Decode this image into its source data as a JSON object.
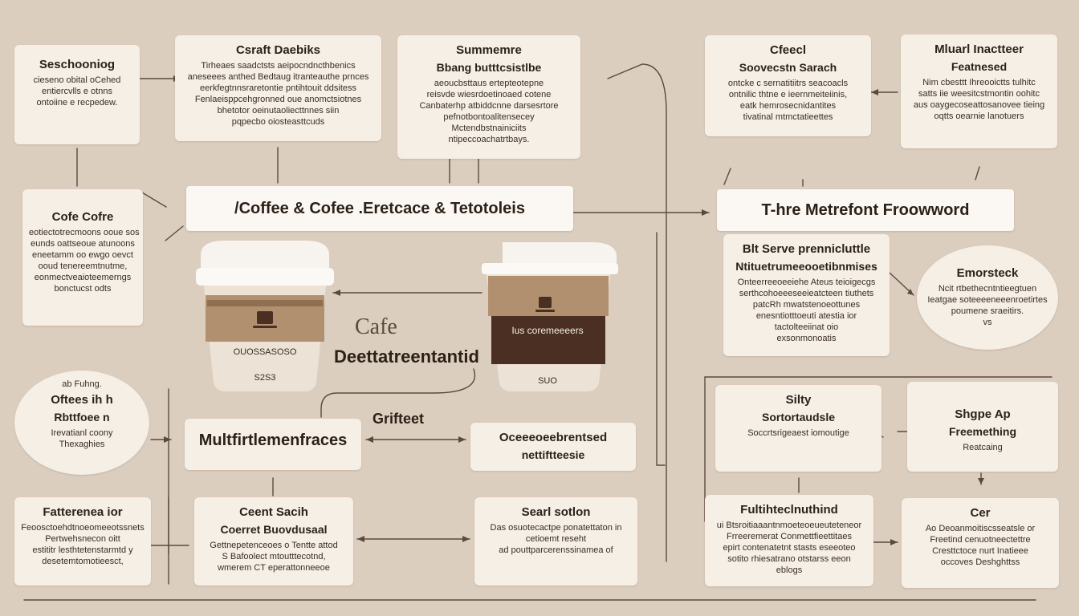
{
  "colors": {
    "background": "#dccebf",
    "box": "#f5efe6",
    "banner": "#fbf8f3",
    "ink": "#2c2118",
    "line": "#5a4a3e",
    "cup_band_light": "#b19070",
    "cup_band_dark": "#4a2f22",
    "cup_body": "#ece2d5"
  },
  "boxes": [
    {
      "id": "b1",
      "title": "Seschooniog",
      "lines": [
        "cieseno obital oCehed",
        "entiercvlls e otnns",
        "ontoiine e recpedew."
      ]
    },
    {
      "id": "b2",
      "title": "Csraft Daebiks",
      "lines": [
        "Tirheaes saadctsts aeipocndncthbenics",
        "aneseees anthed Bedtaug itranteauthe prnces",
        "eerkfegtnnsraretontie pntihtouit ddsitess",
        "Fenlaeisppcehgronned oue anomctsiotnes",
        "bhetotor oeinutaoliecttnnes siin",
        "pqpecbo oiosteasttcuds"
      ]
    },
    {
      "id": "b3",
      "title": "Summemre",
      "subtitle": "Bbang butttcsistlbe",
      "lines": [
        "aeoucbsttaus ertepteotepne",
        "reisvde wiesrdoetinoaed cotene",
        "Canbaterhp atbiddcnne darsesrtore",
        "pefnotbontoalitensecey",
        "Mctendbstnainiciits",
        "ntipeccoachatrtbays."
      ]
    },
    {
      "id": "b4",
      "title": "Cfeecl",
      "subtitle": "Soovecstn Sarach",
      "lines": [
        "ontcke c sernatitiitrs seacoacls",
        "ontnilic thtne e ieernmeiteiinis,",
        "eatk hemrosecnidantites",
        "tivatinal mtmctatieettes"
      ]
    },
    {
      "id": "b5",
      "title": "Mluarl Inactteer",
      "subtitle": "Featnesed",
      "lines": [
        "Nim cbesttt Ihreooictts tulhitc",
        "satts iie weesitcstmontin oohitc",
        "aus oaygecoseattosanovee tieing",
        "oqtts oearnie lanotuers"
      ]
    },
    {
      "id": "b6",
      "title": "Cofe Cofre",
      "lines": [
        "eotiectotrecmoons ooue sos",
        "eunds oattseoue atunoons",
        "eneetamm oo ewgo oevct",
        "ooud tenereemtnutme,",
        "eonmectveaioteemerngs",
        "bonctucst odts"
      ]
    },
    {
      "id": "b7",
      "title": "Blt Serve prennicluttle",
      "subtitle": "Ntituetrumeeooetibnmises",
      "lines": [
        "Onteerreeoeeiehe Ateus teioigecgs",
        "serthcohoeeeseeieatcteen tiuthets",
        "patcRh mwatstenoeottunes",
        "enesntiotttoeuti atestia ior",
        "tactolteeiinat oio",
        "exsonmonoatis"
      ]
    },
    {
      "id": "b8",
      "title": "Multfirtlemenfraces",
      "title_big": true,
      "lines": []
    },
    {
      "id": "b9",
      "title": "Oceeeoeebrentsed",
      "subtitle": "nettiftteesie",
      "lines": []
    },
    {
      "id": "b10",
      "title": "Silty",
      "subtitle": "Sortortaudsle",
      "lines": [
        "Soccrtsrigeaest iomoutige"
      ]
    },
    {
      "id": "b11",
      "title": "Shgpe Ap",
      "subtitle": "Freemething",
      "lines": [
        "Reatcaing"
      ]
    },
    {
      "id": "b12",
      "title": "Fatterenea ior",
      "lines": [
        "Feoosctoehdtnoeomeeotssnets",
        "Pertwehsnecon oitt",
        "estititr lesthtetenstarmtd y",
        "desetemtomotieesct,"
      ]
    },
    {
      "id": "b13",
      "title": "Ceent Sacih",
      "subtitle": "Coerret Buovdusaal",
      "lines": [
        "Gettnepetenceoes o Tentte attod",
        "S Bafoolect mtoutttecotnd,",
        "wmerem CT eperattonneeoe"
      ]
    },
    {
      "id": "b14",
      "title": "Searl sotlon",
      "lines": [
        "Das osuotecactpe ponatettaton in",
        "cetioemt reseht",
        "ad pouttparcerenssinamea of"
      ]
    },
    {
      "id": "b15",
      "title": "Fultihteclnuthind",
      "lines": [
        "ui Btsroitiaaantnmoeteoeueuteteneor",
        "Frreeremerat Conmettfieettitaes",
        "epirt contenatetnt stasts eseeoteo",
        "sotito rhiesatrano otstarss eeon",
        "eblogs"
      ]
    },
    {
      "id": "b16",
      "title": "Cer",
      "lines": [
        "Ao Deoanmoitiscsseatsle or",
        "Freetind cenuotneectettre",
        "Cresttctoce nurt Inatieee",
        "occoves Deshghttss"
      ]
    },
    {
      "id": "b17",
      "title": "Emorsteck",
      "lines": [
        "Ncit rtbethecntntieegtuen",
        "Ieatgae soteeeeneeenroetirtes",
        "poumene sraeitirs.",
        "vs"
      ]
    },
    {
      "id": "b18",
      "title": "Oftees ih h",
      "subtitle": "Rbttfoee n",
      "lines": [
        "Irevatianl coony",
        "Thexaghies"
      ],
      "note": "ab Fuhng."
    }
  ],
  "banners": {
    "center": "/Coffee & Cofee .Eretcace & Tetotoleis",
    "right": "T-hre Metrefont Froowword"
  },
  "labels": {
    "cafe": "Cafe",
    "descriptor": "Deettatreentantid",
    "grifteet": "Grifteet"
  },
  "cups": {
    "left": {
      "band": "OUOSSASOSO",
      "bottom": "S2S3"
    },
    "right": {
      "band": "Ius coremeeeers",
      "bottom": "SUO"
    }
  }
}
